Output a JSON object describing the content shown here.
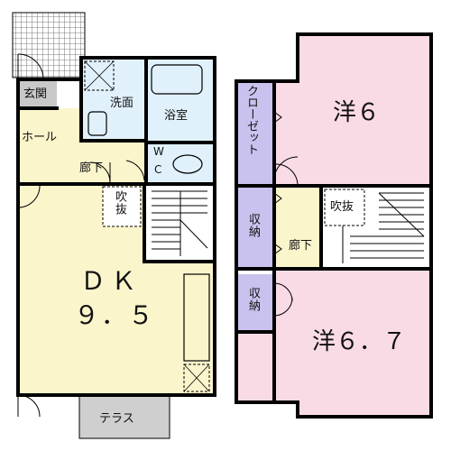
{
  "colors": {
    "wall": "#000000",
    "hall_fill": "#fbf5cc",
    "room_fill": "#f9dbe6",
    "closet_fill": "#c9c2ee",
    "genkan_fill": "#c8c8c8",
    "bath_fill": "#e1f1fb",
    "terrace_fill": "#cfcfcf"
  },
  "floor1": {
    "genkan": "玄関",
    "washroom": "洗面",
    "bathroom": "浴室",
    "hall": "ホール",
    "corridor": "廊下",
    "wc_w": "W",
    "wc_c": "C",
    "void": "吹抜",
    "dk_label": "ＤＫ",
    "dk_size": "９．５",
    "terrace": "テラス"
  },
  "floor2": {
    "room_a_label": "洋６",
    "closet": "クローゼット",
    "storage_1": "収納",
    "corridor": "廊下",
    "void": "吹抜",
    "storage_2": "収納",
    "room_b_label": "洋６．７"
  }
}
